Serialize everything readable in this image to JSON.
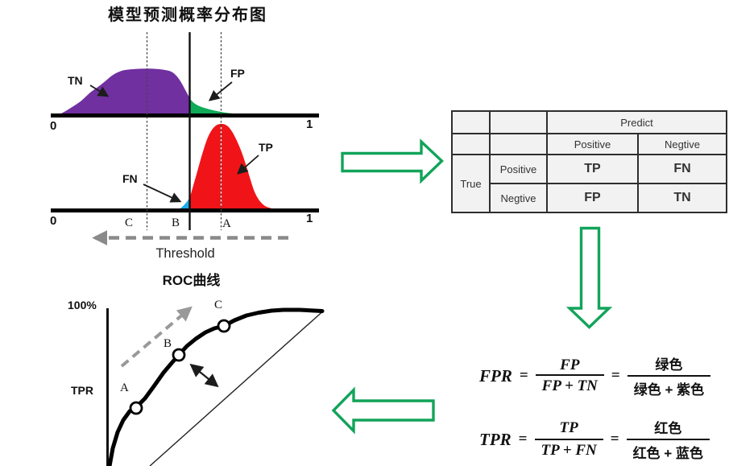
{
  "distribution_chart": {
    "title": "模型预测概率分布图",
    "region_labels": {
      "tn": "TN",
      "fp": "FP",
      "tp": "TP",
      "fn": "FN"
    },
    "axis1": {
      "left": "0",
      "right": "1"
    },
    "axis2": {
      "left": "0",
      "right": "1"
    },
    "threshold_ticks": {
      "c": "C",
      "b": "B",
      "a": "A"
    },
    "threshold_label": "Threshold"
  },
  "confusion_matrix": {
    "predict_header": "Predict",
    "true_header": "True",
    "predict_cols": [
      "Positive",
      "Negtive"
    ],
    "true_rows": [
      "Positive",
      "Negtive"
    ],
    "cells": [
      [
        "TP",
        "FN"
      ],
      [
        "FP",
        "TN"
      ]
    ]
  },
  "roc_chart": {
    "title": "ROC曲线",
    "y_top_label": "100%",
    "y_axis_label": "TPR",
    "point_labels": [
      "A",
      "B",
      "C"
    ]
  },
  "formulas": {
    "fpr": {
      "lhs": "FPR",
      "eq": "=",
      "num": "FP",
      "den": "FP + TN",
      "num_cn": "绿色",
      "den_cn": "绿色 + 紫色"
    },
    "tpr": {
      "lhs": "TPR",
      "eq": "=",
      "num": "TP",
      "den": "TP + FN",
      "num_cn": "红色",
      "den_cn": "红色 + 蓝色"
    }
  },
  "colors": {
    "tp_red": "#f01418",
    "fn_blue": "#1caae8",
    "fp_green": "#0fab57",
    "tn_purple": "#7030a0",
    "flow_arrow_green": "#12a45a",
    "threshold_gray": "#8a8a8a"
  }
}
